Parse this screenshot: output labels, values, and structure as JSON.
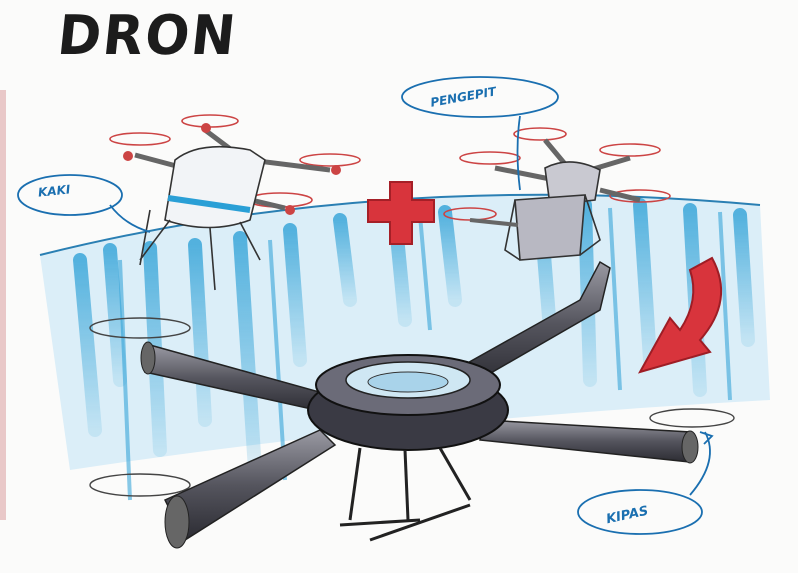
{
  "title": "DRON",
  "labels": {
    "kaki": "KAKI",
    "pengepit": "PENGEPIT",
    "kipas": "KIPAS"
  },
  "colors": {
    "marker_blue": "#2a9fd6",
    "ink": "#1c1c1c",
    "accent_red": "#d8343c",
    "callout_blue": "#1a6fb0"
  }
}
